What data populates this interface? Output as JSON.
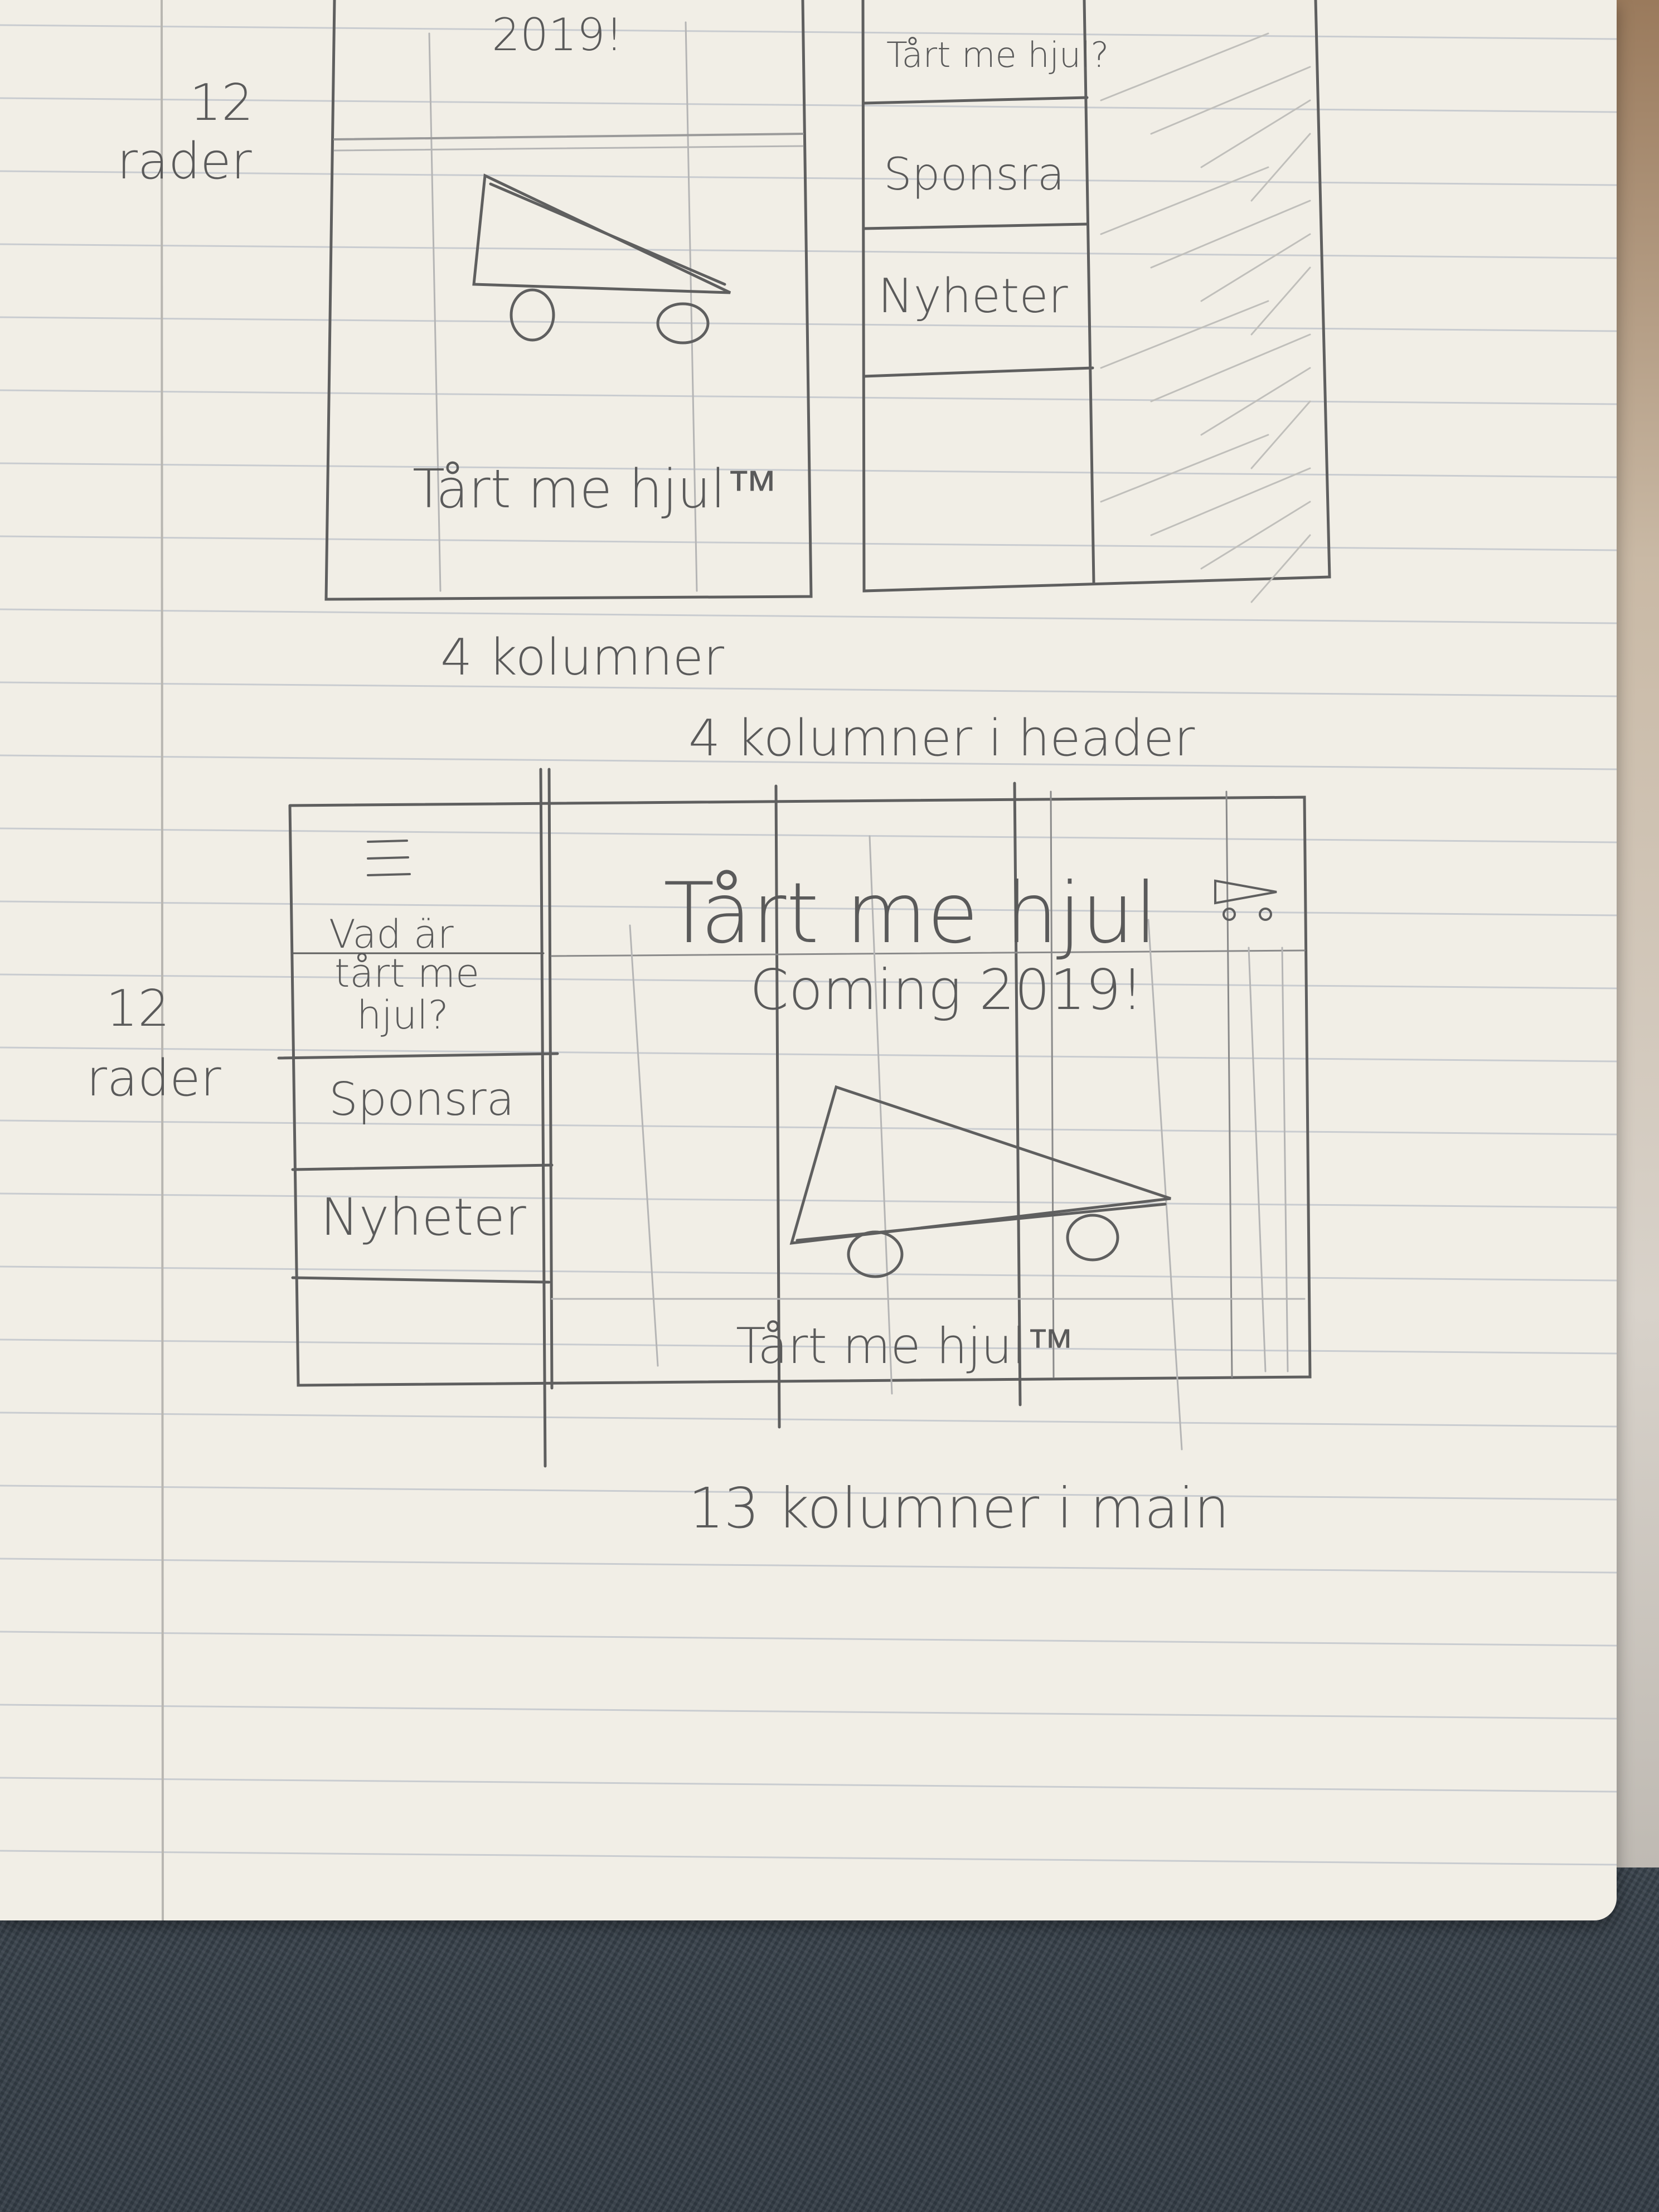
{
  "colors": {
    "paper": "#f1eee6",
    "rule_line": "#c9ccd0",
    "margin_line": "#b8b6b1",
    "pencil": "#5f5f5f",
    "pencil_light": "#a3a3a3",
    "denim": "#45505b"
  },
  "sketch_top": {
    "left_panel": {
      "heading_line2": "2019!",
      "footer": "Tårt me hjul™"
    },
    "right_panel": {
      "nav_items": [
        "Tårt me hjul?",
        "Sponsra",
        "Nyheter"
      ]
    },
    "rows_label_num": "12",
    "rows_label_word": "rader",
    "columns_label": "4 kolumner"
  },
  "sketch_bottom": {
    "header_columns_label": "4 kolumner i header",
    "rows_label_num": "12",
    "rows_label_word": "rader",
    "sidebar": {
      "menu_icon": "hamburger-icon",
      "item1_line1": "Vad är",
      "item1_line2": "tårt me",
      "item1_line3": "hjul?",
      "item2": "Sponsra",
      "item3": "Nyheter"
    },
    "main": {
      "title": "Tårt me hjul",
      "subtitle": "Coming 2019!",
      "footer": "Tårt me hjul™"
    },
    "main_columns_label": "13 kolumner i main"
  }
}
